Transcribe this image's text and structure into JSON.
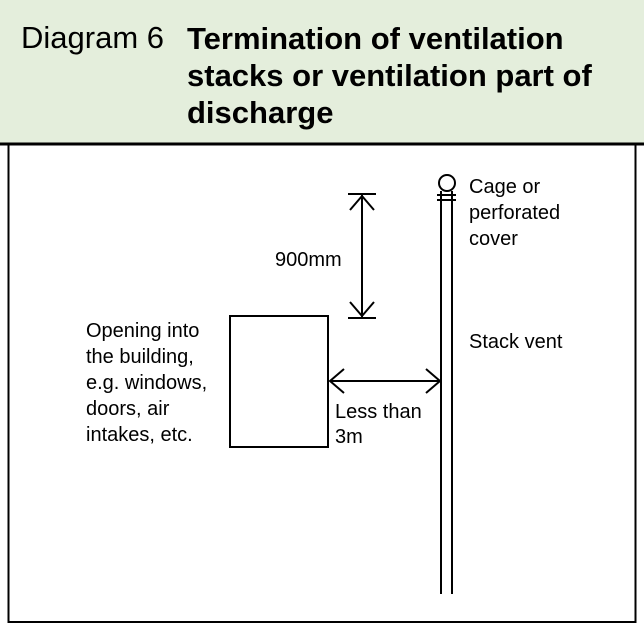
{
  "header": {
    "label": "Diagram 6",
    "title": "Termination of ventilation stacks or ventilation part of discharge"
  },
  "labels": {
    "height_dimension": "900mm",
    "opening": [
      "Opening into",
      "the building,",
      "e.g. windows,",
      "doors, air",
      "intakes, etc."
    ],
    "distance": [
      "Less than",
      "3m"
    ],
    "cage": [
      "Cage or",
      "perforated",
      "cover"
    ],
    "stack_vent": "Stack vent"
  },
  "colors": {
    "header_bg": "#e4eedc",
    "line": "#000000",
    "background": "#ffffff"
  }
}
